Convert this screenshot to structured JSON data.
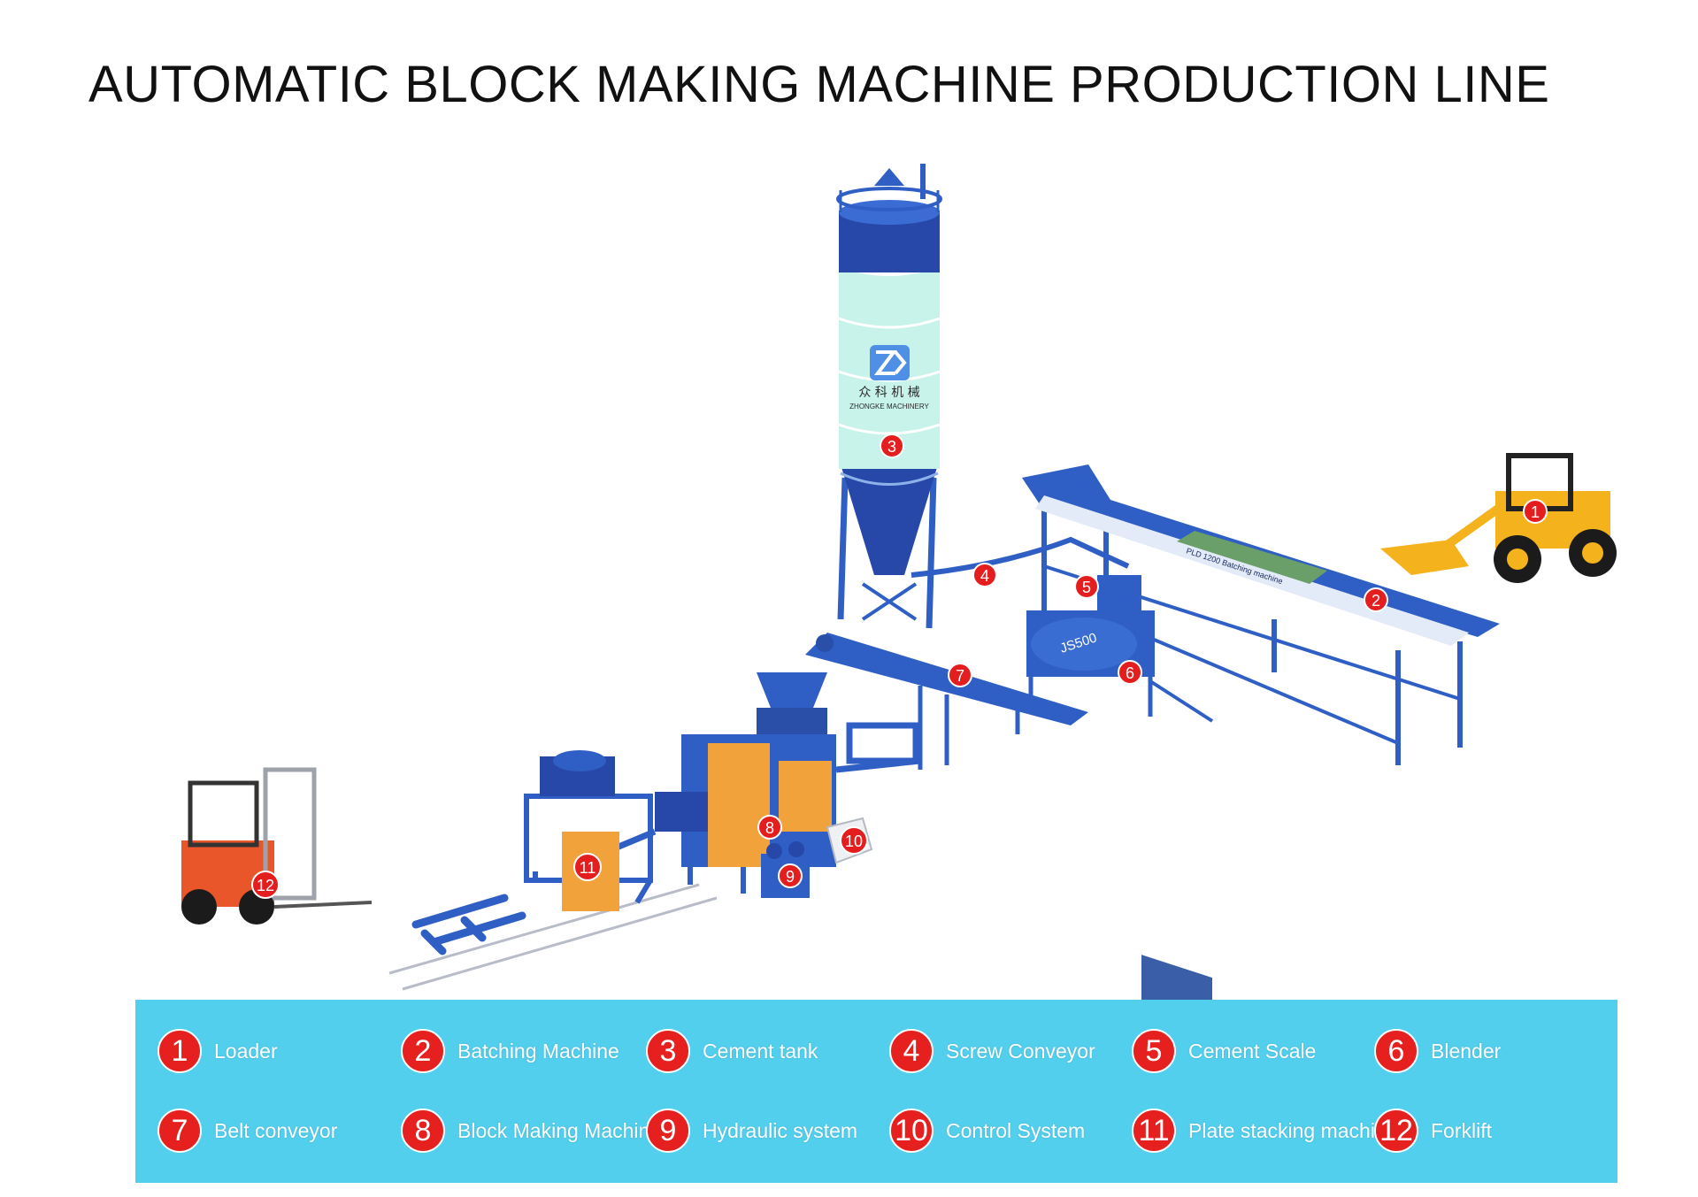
{
  "title": "AUTOMATIC BLOCK MAKING MACHINE PRODUCTION LINE",
  "silo_branding": {
    "brand_cn": "众 科 机 械",
    "brand_en": "ZHONGKE MACHINERY"
  },
  "mixer_label": "JS500",
  "batcher_label": "PLD 1200 Batching machine",
  "colors": {
    "equipment_blue": "#2f5fc4",
    "silo_mint": "#c8f3ea",
    "legend_bg": "#53cfee",
    "marker_red": "#e41e1e",
    "loader_yellow": "#f4b21c",
    "forklift_orange": "#e8562a"
  },
  "markers": [
    "1",
    "2",
    "3",
    "4",
    "5",
    "6",
    "7",
    "8",
    "9",
    "10",
    "11",
    "12"
  ],
  "legend": [
    {
      "num": "1",
      "label": "Loader"
    },
    {
      "num": "2",
      "label": "Batching Machine"
    },
    {
      "num": "3",
      "label": "Cement tank"
    },
    {
      "num": "4",
      "label": "Screw Conveyor"
    },
    {
      "num": "5",
      "label": "Cement Scale"
    },
    {
      "num": "6",
      "label": "Blender"
    },
    {
      "num": "7",
      "label": "Belt conveyor"
    },
    {
      "num": "8",
      "label": "Block Making Machine"
    },
    {
      "num": "9",
      "label": "Hydraulic system"
    },
    {
      "num": "10",
      "label": "Control System"
    },
    {
      "num": "11",
      "label": "Plate stacking machine"
    },
    {
      "num": "12",
      "label": "Forklift"
    }
  ]
}
